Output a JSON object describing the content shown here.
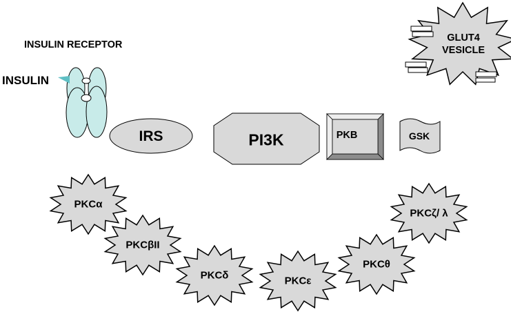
{
  "receptor": {
    "title": "INSULIN RECEPTOR",
    "ligand": "INSULIN"
  },
  "nodes": {
    "irs": "IRS",
    "pi3k": "PI3K",
    "pkb": "PKB",
    "gsk": "GSK",
    "glut4_line1": "GLUT4",
    "glut4_line2": "VESICLE"
  },
  "pkc_isoforms": [
    "PKCα",
    "PKCβII",
    "PKCδ",
    "PKCε",
    "PKCθ",
    "PKCζ/ λ"
  ],
  "colors": {
    "receptor_fill": "#c8ebe9",
    "ligand": "#5fbfc4",
    "shape_fill": "#d9d9d9",
    "pkb_bevel_light": "#eeeeee",
    "pkb_bevel_dark": "#8c8c8c",
    "outline": "#000000"
  }
}
